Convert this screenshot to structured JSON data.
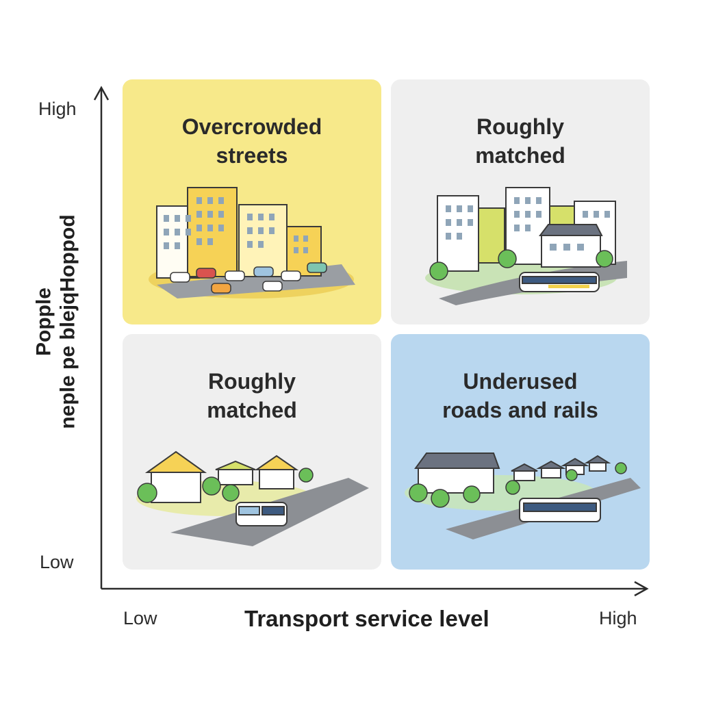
{
  "axes": {
    "x_title": "Transport service level",
    "x_low": "Low",
    "x_high": "High",
    "y_title_line1": "Popple",
    "y_title_line2": "neple pe blejqHoppod",
    "y_low": "Low",
    "y_high": "High"
  },
  "quadrants": {
    "top_left": {
      "line1": "Overcrowded",
      "line2": "streets",
      "color": "#f7e98a"
    },
    "top_right": {
      "line1": "Roughly",
      "line2": "matched",
      "color": "#efefef"
    },
    "bottom_left": {
      "line1": "Roughly",
      "line2": "matched",
      "color": "#efefef"
    },
    "bottom_right": {
      "line1": "Underused",
      "line2": "roads and rails",
      "color": "#b9d7ef"
    }
  },
  "colors": {
    "axis": "#2b2b2b",
    "building_yellow": "#f5d55a",
    "building_white": "#ffffff",
    "building_green": "#d6e06a",
    "tree": "#6bbf59",
    "road": "#8c8f94",
    "bus_body": "#ffffff",
    "bus_stripe": "#3d5a80"
  }
}
